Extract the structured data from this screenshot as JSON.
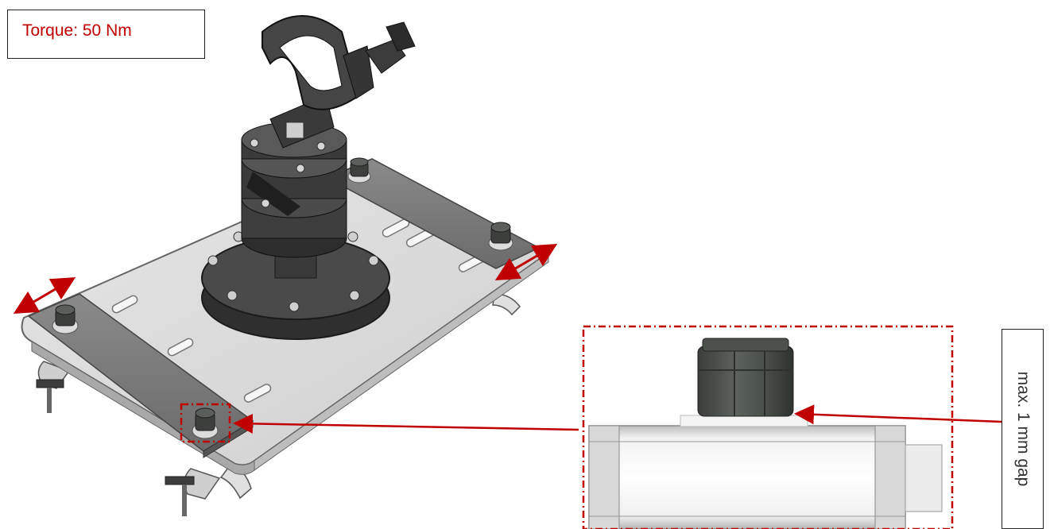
{
  "labels": {
    "torque": "Torque: 50 Nm",
    "gap": "max. 1 mm gap"
  },
  "colors": {
    "annotation_red": "#c00000",
    "plate_light": "#d9d9d9",
    "part_dark": "#4a4a4a",
    "text_dark": "#333333"
  },
  "parts": {
    "mount": "truss-plate-mount",
    "clamp": "half-coupler-clamp",
    "nut": "locking-nut",
    "adjust_arrow": "double-arrow-icon"
  }
}
